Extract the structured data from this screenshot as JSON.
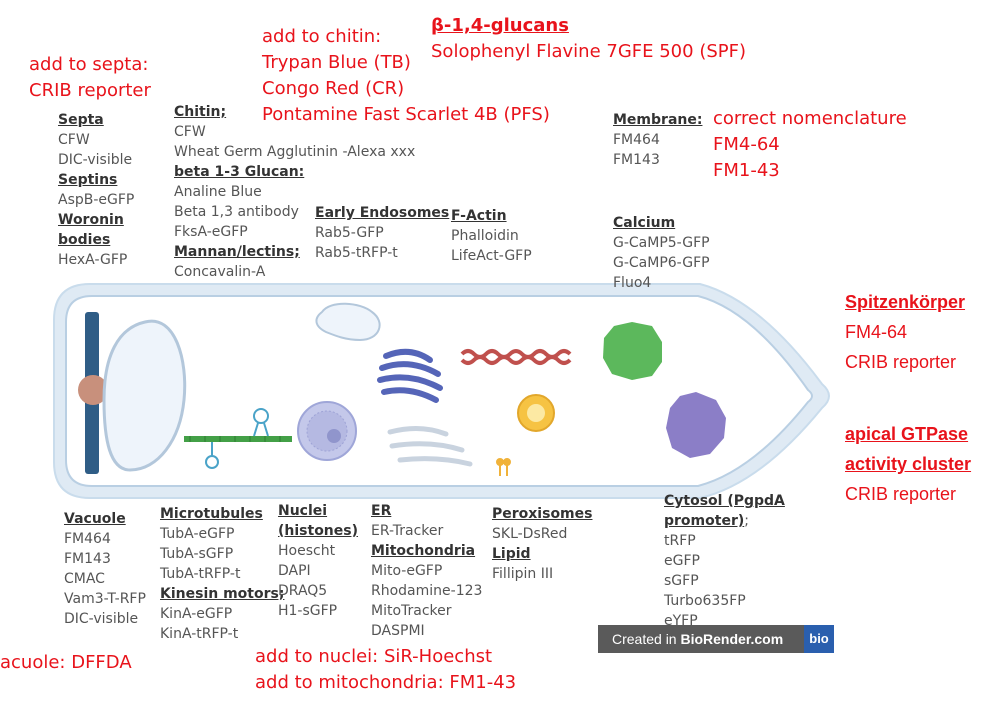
{
  "colors": {
    "annotation": "#e8131b",
    "label": "#555555",
    "cell_outline": "#cfe0ef",
    "cell_fill": "#ffffff"
  },
  "annotations": {
    "septa": {
      "lines": [
        "add to septa:",
        "CRIB reporter"
      ]
    },
    "chitin": {
      "lines": [
        "add to chitin:",
        "Trypan Blue (TB)",
        "Congo Red (CR)",
        "Pontamine Fast Scarlet 4B (PFS)"
      ]
    },
    "glucans": {
      "heading": "β-1,4-glucans",
      "lines": [
        "Solophenyl Flavine 7GFE 500 (SPF)"
      ]
    },
    "nomenclature": {
      "lines": [
        "correct nomenclature",
        "FM4-64",
        "FM1-43"
      ]
    },
    "spitzenkorper": {
      "heading": "Spitzenkörper",
      "lines": [
        "FM4-64",
        "CRIB reporter"
      ]
    },
    "gtpase": {
      "heading1": "apical GTPase",
      "heading2": "activity cluster",
      "lines": [
        "CRIB reporter"
      ]
    },
    "vacuole": {
      "lines": [
        "acuole: DFFDA"
      ]
    },
    "nuclei": {
      "lines": [
        "add to nuclei: SiR-Hoechst",
        "add to mitochondria: FM1-43"
      ]
    }
  },
  "labels": {
    "septa": {
      "heading": "Septa",
      "items": [
        "CFW",
        "DIC-visible"
      ]
    },
    "septins": {
      "heading": "Septins",
      "items": [
        "AspB-eGFP"
      ]
    },
    "woronin": {
      "heading1": "Woronin",
      "heading2": "bodies",
      "items": [
        "HexA-GFP"
      ]
    },
    "chitin": {
      "heading": "Chitin;",
      "items": [
        "CFW",
        "Wheat Germ Agglutinin -Alexa xxx"
      ]
    },
    "beta_glucan": {
      "heading": "beta 1-3 Glucan:",
      "items": [
        "Analine Blue",
        "Beta 1,3 antibody",
        "FksA-eGFP"
      ]
    },
    "mannan": {
      "heading": "Mannan/lectins;",
      "items": [
        "Concavalin-A"
      ]
    },
    "early_endosomes": {
      "heading": "Early Endosomes",
      "items": [
        "Rab5-GFP",
        "Rab5-tRFP-t"
      ]
    },
    "f_actin": {
      "heading": "F-Actin",
      "items": [
        "Phalloidin",
        "LifeAct-GFP"
      ]
    },
    "membrane": {
      "heading": "Membrane:",
      "items": [
        "FM464",
        "FM143"
      ]
    },
    "calcium": {
      "heading": "Calcium",
      "items": [
        "G-CaMP5-GFP",
        "G-CaMP6-GFP",
        "Fluo4"
      ]
    },
    "vacuole": {
      "heading": "Vacuole",
      "items": [
        "FM464",
        "FM143",
        "CMAC",
        "Vam3-T-RFP",
        "DIC-visible"
      ]
    },
    "microtubules": {
      "heading": "Microtubules",
      "items": [
        "TubA-eGFP",
        "TubA-sGFP",
        "TubA-tRFP-t"
      ]
    },
    "kinesin": {
      "heading": "Kinesin motors;",
      "items": [
        "KinA-eGFP",
        "KinA-tRFP-t"
      ]
    },
    "nuclei": {
      "heading1": "Nuclei",
      "heading2": "(histones)",
      "items": [
        "Hoescht",
        "DAPI",
        "DRAQ5",
        "H1-sGFP"
      ]
    },
    "er": {
      "heading": "ER",
      "items": [
        "ER-Tracker"
      ]
    },
    "mitochondria": {
      "heading": "Mitochondria",
      "items": [
        "Mito-eGFP",
        "Rhodamine-123",
        "MitoTracker",
        "DASPMI"
      ]
    },
    "peroxisomes": {
      "heading": "Peroxisomes",
      "items": [
        "SKL-DsRed"
      ]
    },
    "lipid": {
      "heading": "Lipid",
      "items": [
        "Fillipin III"
      ]
    },
    "cytosol": {
      "heading1": "Cytosol (PgpdA",
      "heading2": "promoter)",
      "heading2_suffix": ";",
      "items": [
        "tRFP",
        "eGFP",
        "sGFP",
        "Turbo635FP",
        "eYFP"
      ]
    }
  },
  "watermark": {
    "prefix": "Created in ",
    "brand": "BioRender.com",
    "logo": "bio"
  }
}
